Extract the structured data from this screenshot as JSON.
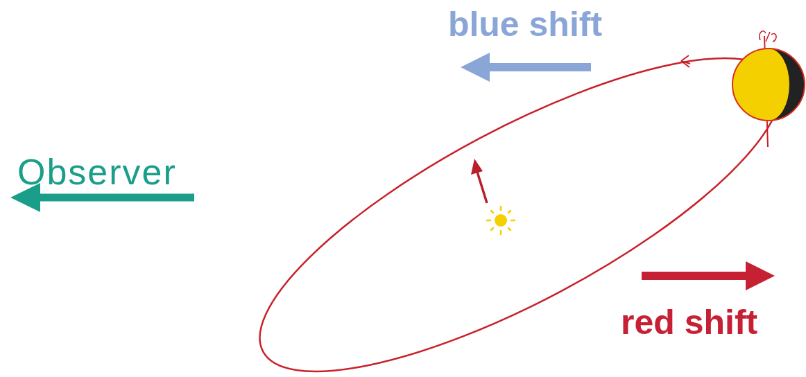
{
  "diagram": {
    "labels": [
      "blue shift",
      "Observer",
      "red shift"
    ]
  }
}
